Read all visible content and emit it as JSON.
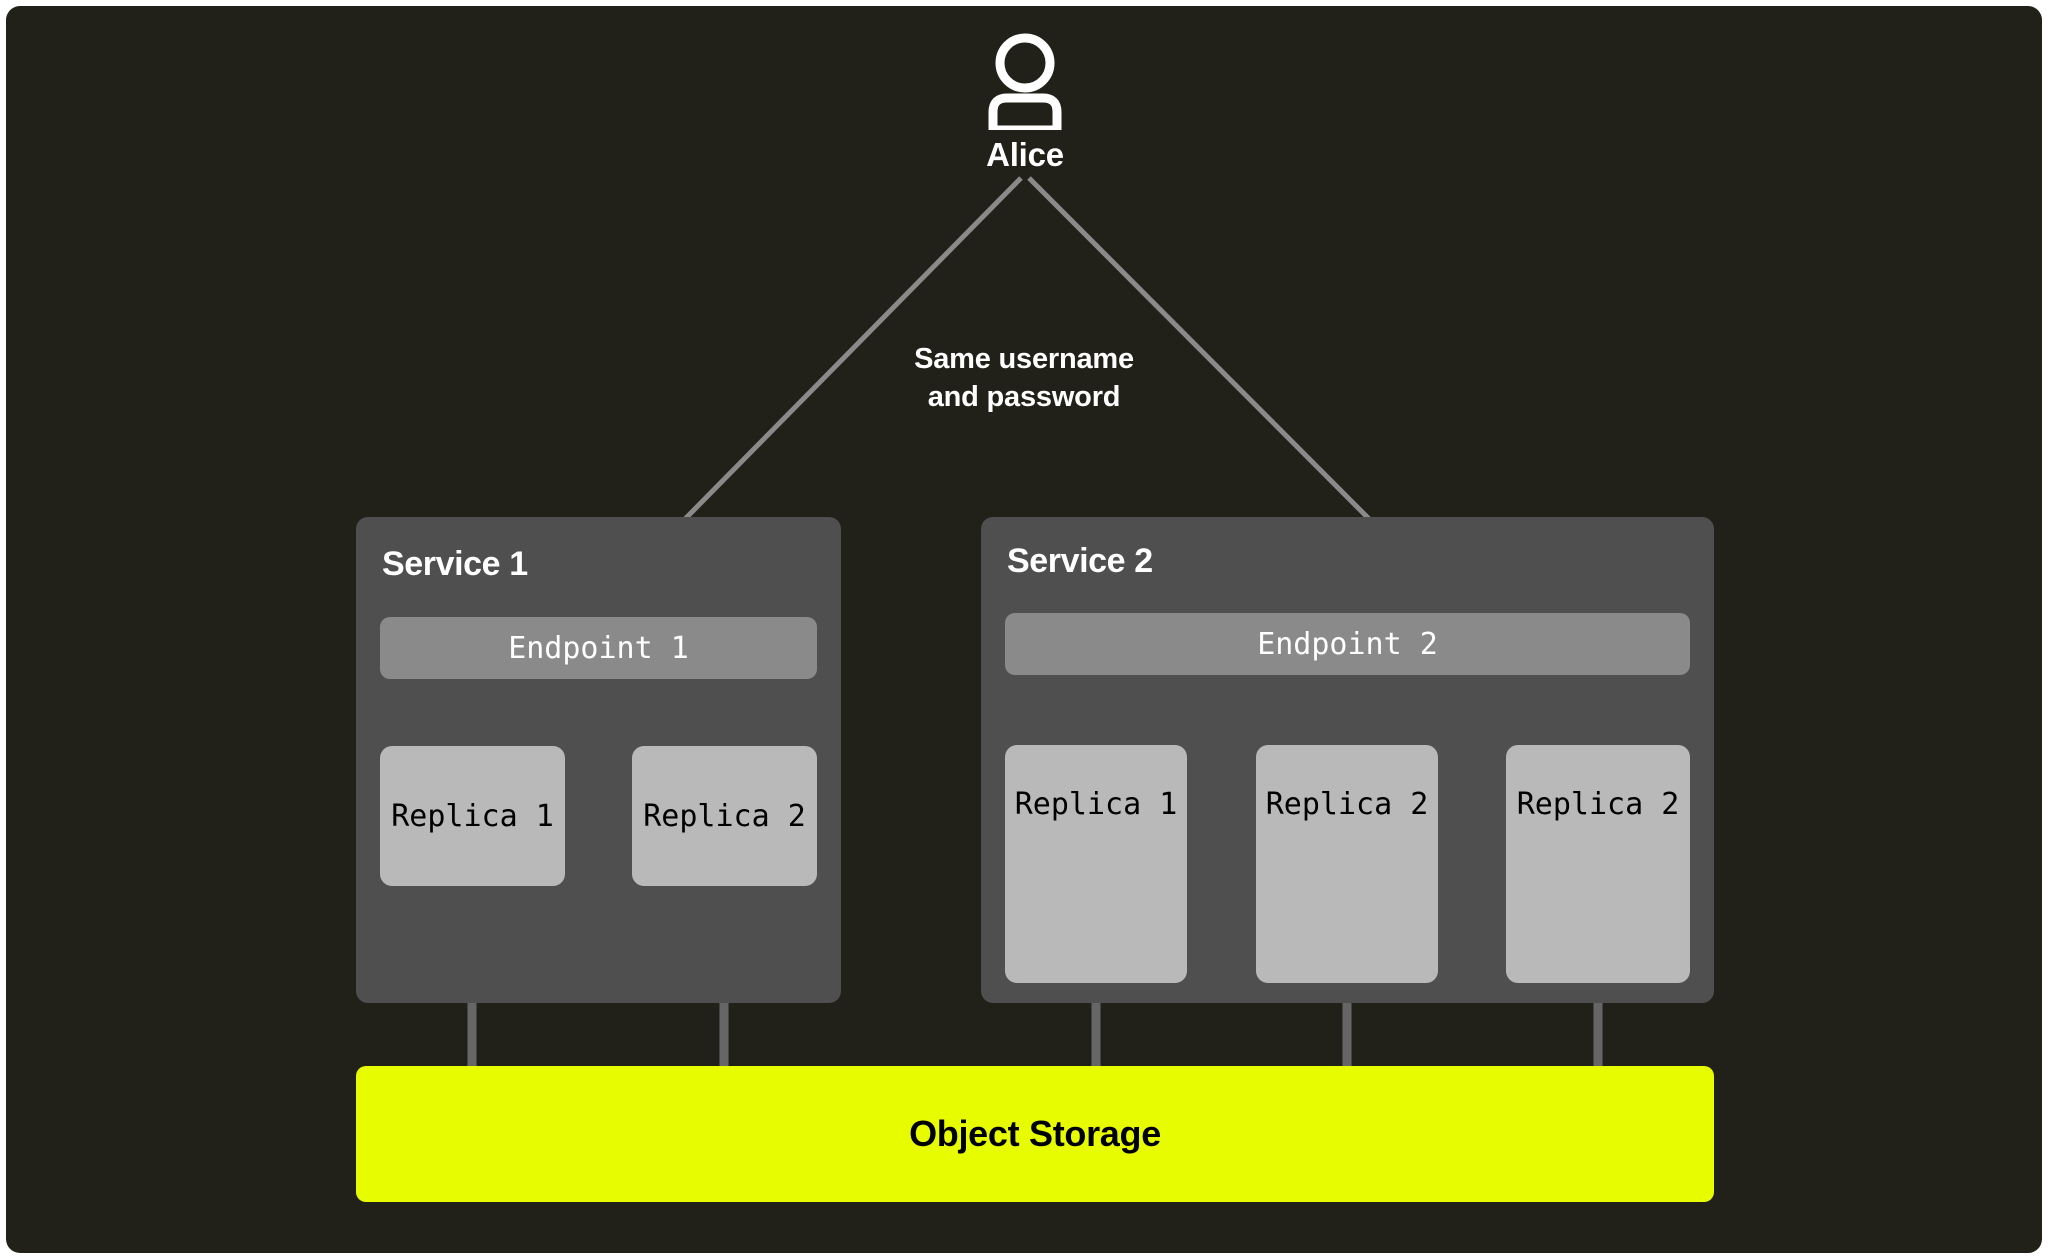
{
  "canvas": {
    "background": "#212119"
  },
  "actor": {
    "icon": "person-icon",
    "name": "Alice"
  },
  "flow_note": {
    "line1": "Same username",
    "line2": "and password"
  },
  "services": [
    {
      "title": "Service 1",
      "endpoint": "Endpoint 1",
      "replicas": [
        "Replica 1",
        "Replica 2"
      ]
    },
    {
      "title": "Service 2",
      "endpoint": "Endpoint 2",
      "replicas": [
        "Replica 1",
        "Replica 2",
        "Replica 2"
      ]
    }
  ],
  "storage": {
    "label": "Object Storage",
    "color": "#e8fc00"
  },
  "colors": {
    "panel": "#4f4f4f",
    "endpoint": "#8a8a8a",
    "replica": "#b9b9b9",
    "wire": "#666666",
    "arrow": "#8a8a8a",
    "text_light": "#ffffff",
    "text_dark": "#000000"
  }
}
